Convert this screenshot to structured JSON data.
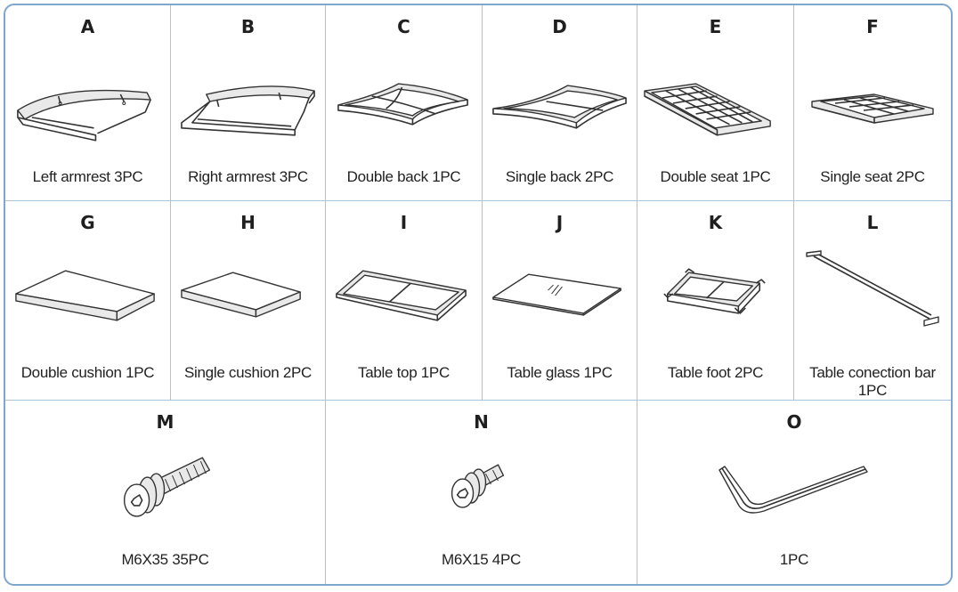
{
  "parts": [
    {
      "letter": "A",
      "caption": "Left armrest 3PC",
      "icon": "left-armrest-drawing"
    },
    {
      "letter": "B",
      "caption": "Right armrest 3PC",
      "icon": "right-armrest-drawing"
    },
    {
      "letter": "C",
      "caption": "Double back 1PC",
      "icon": "double-back-drawing"
    },
    {
      "letter": "D",
      "caption": "Single back 2PC",
      "icon": "single-back-drawing"
    },
    {
      "letter": "E",
      "caption": "Double seat 1PC",
      "icon": "double-seat-drawing"
    },
    {
      "letter": "F",
      "caption": "Single seat 2PC",
      "icon": "single-seat-drawing"
    },
    {
      "letter": "G",
      "caption": "Double cushion 1PC",
      "icon": "double-cushion-drawing"
    },
    {
      "letter": "H",
      "caption": "Single cushion 2PC",
      "icon": "single-cushion-drawing"
    },
    {
      "letter": "I",
      "caption": "Table top 1PC",
      "icon": "table-top-drawing"
    },
    {
      "letter": "J",
      "caption": "Table glass 1PC",
      "icon": "table-glass-drawing"
    },
    {
      "letter": "K",
      "caption": "Table foot 2PC",
      "icon": "table-foot-drawing"
    },
    {
      "letter": "L",
      "caption": "Table conection bar 1PC",
      "icon": "connection-bar-drawing"
    },
    {
      "letter": "M",
      "caption": "M6X35 35PC",
      "icon": "long-bolt-drawing"
    },
    {
      "letter": "N",
      "caption": "M6X15 4PC",
      "icon": "short-bolt-drawing"
    },
    {
      "letter": "O",
      "caption": "1PC",
      "icon": "allen-key-drawing"
    }
  ],
  "colors": {
    "border": "#7ea7cc",
    "grid": "#a9c3dd",
    "text": "#222222"
  }
}
